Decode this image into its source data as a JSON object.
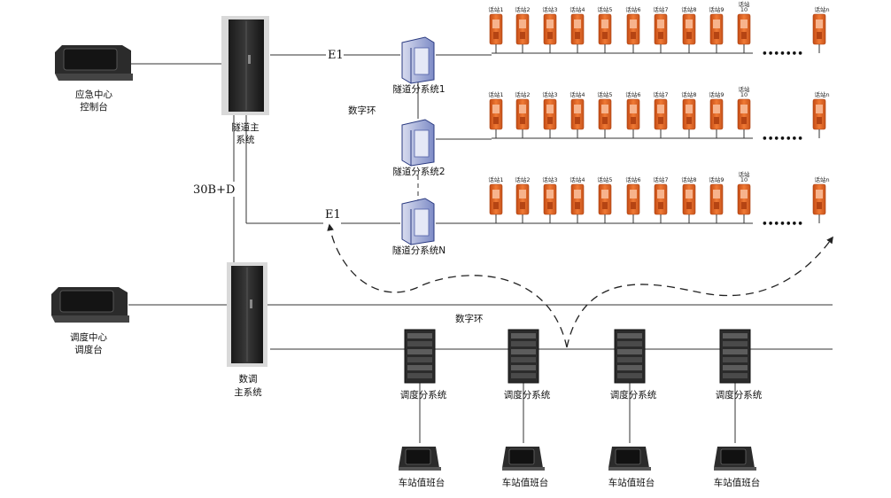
{
  "labels": {
    "emergency_console": [
      "应急中心",
      "控制台"
    ],
    "tunnel_main": [
      "隧道主",
      "系统"
    ],
    "dispatch_console": [
      "调度中心",
      "调度台"
    ],
    "dispatch_main": [
      "数调",
      "主系统"
    ],
    "e1_top": "E1",
    "e1_bottom": "E1",
    "link_30bd": "30B+D",
    "digital_ring_tunnel": "数字环",
    "digital_ring_dispatch": "数字环",
    "tunnel_subsystems": [
      "隧道分系统1",
      "隧道分系统2",
      "隧道分系统N"
    ],
    "dispatch_subsystem": "调度分系统",
    "station_console": "车站值班台",
    "ellipsis": "•••••••"
  },
  "phone_rows": [
    {
      "phones": [
        "话站1",
        "话站2",
        "话站3",
        "话站4",
        "话站5",
        "话站6",
        "话站7",
        "话站8",
        "话站9",
        "话站10"
      ],
      "last": "话站n"
    },
    {
      "phones": [
        "话站1",
        "话站2",
        "话站3",
        "话站4",
        "话站5",
        "话站6",
        "话站7",
        "话站8",
        "话站9",
        "话站10"
      ],
      "last": "话站n"
    },
    {
      "phones": [
        "话站1",
        "话站2",
        "话站3",
        "话站4",
        "话站5",
        "话站6",
        "话站7",
        "话站8",
        "话站9",
        "话站10"
      ],
      "last": "话站n"
    }
  ],
  "colors": {
    "line": "#333333",
    "rack": "#2a2a2a",
    "phone": "#e8662a",
    "server_blue": "#3b4fa0"
  }
}
